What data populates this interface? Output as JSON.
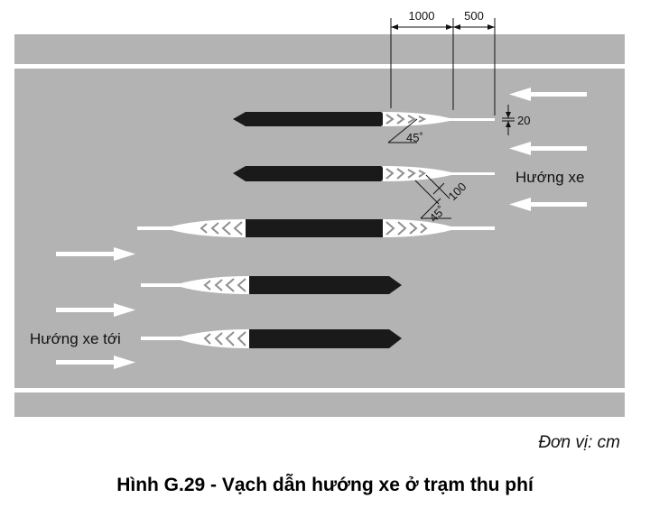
{
  "dimensions": {
    "d1": "1000",
    "d2": "500",
    "gap": "20",
    "chevron": "100",
    "angle1": "45˚",
    "angle2": "45˚"
  },
  "labels": {
    "direction_right": "Hướng xe",
    "direction_left": "Hướng xe tới"
  },
  "unit": "Đơn vị: cm",
  "caption": "Hình G.29 - Vạch dẫn hướng xe ở trạm thu phí",
  "colors": {
    "road": "#b3b3b3",
    "island": "#1a1a1a",
    "marking": "#ffffff",
    "line": "#111111"
  }
}
